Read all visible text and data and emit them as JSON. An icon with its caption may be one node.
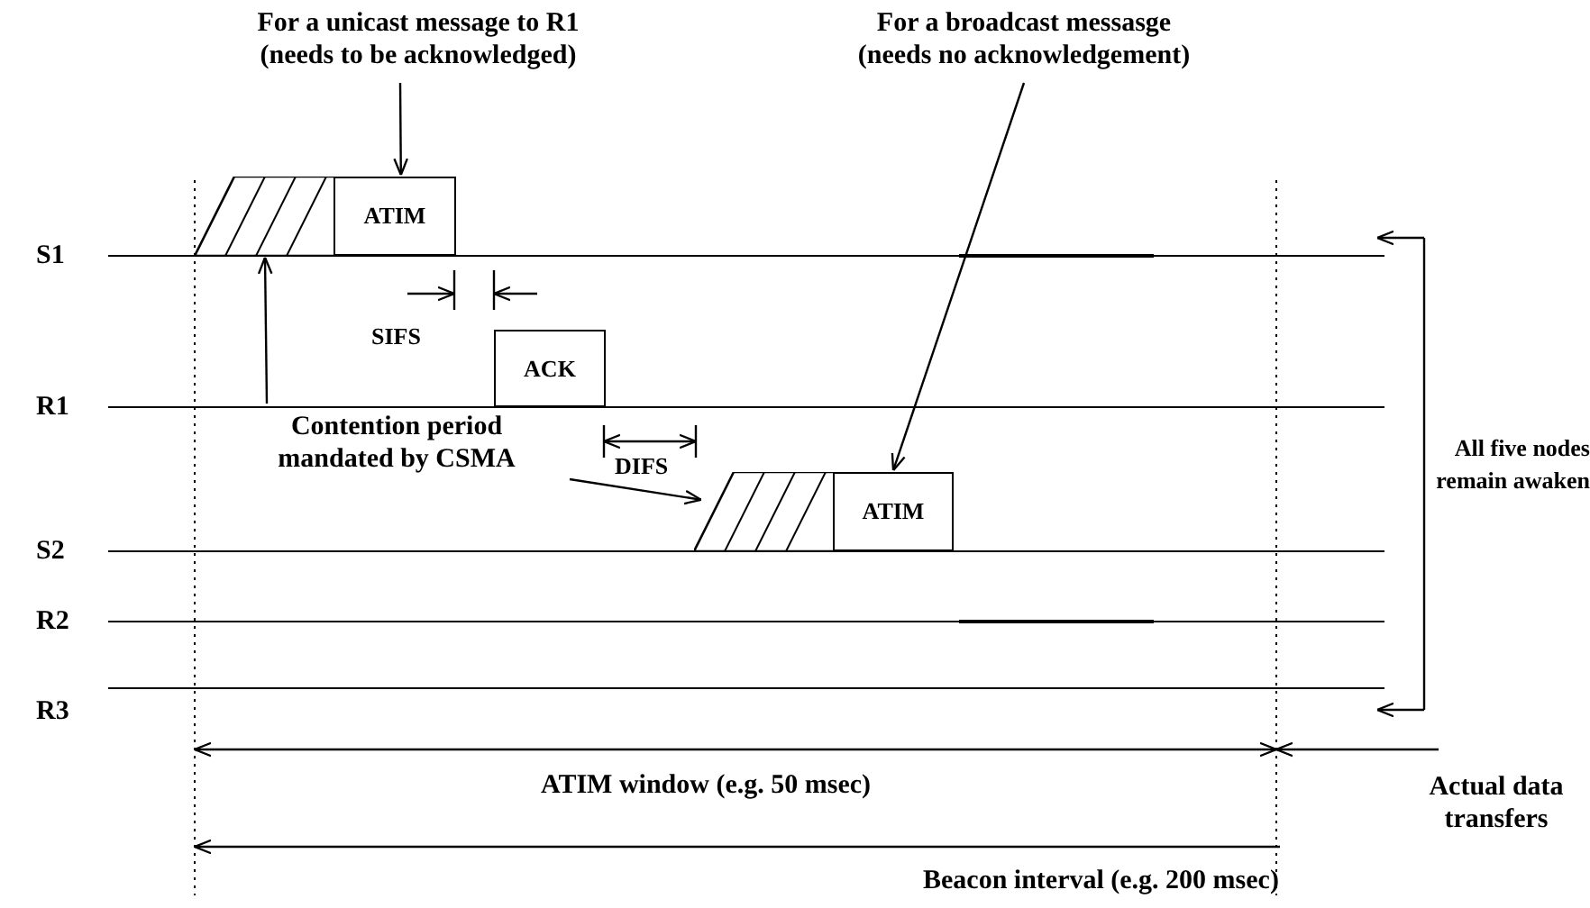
{
  "diagram": {
    "nodes": [
      {
        "text": [
          "For a unicast message to R1 (needs to be acknowledged)"
        ]
      },
      {
        "text": [],
        "shape": "box"
      },
      {
        "text": [
          "ATIM"
        ]
      },
      {
        "text": [
          "ACK"
        ]
      },
      {
        "text": [
          "Contention period mandated by CSMA"
        ]
      },
      {
        "text": [],
        "shape": "box"
      },
      {
        "text": [
          "ATIM"
        ]
      },
      {
        "text": [
          "For a broadcast messasge (needs no acknowledgement)"
        ]
      }
    ],
    "edges": [
      {
        "from": 0,
        "to": 2,
        "arrow": "to"
      },
      {
        "from": 4,
        "to": 1,
        "arrow": "to"
      },
      {
        "from": 4,
        "to": 5,
        "arrow": "to"
      },
      {
        "from": 7,
        "to": 6,
        "arrow": "to"
      }
    ],
    "labels": [
      "S1",
      "SIFS",
      "R1",
      "DIFS",
      "All five nodes remain awaken",
      "S2",
      "R2",
      "R3",
      "ATIM window (e.g. 50 msec)",
      "Actual data transfers",
      "Beacon interval (e.g. 200 msec)"
    ]
  }
}
